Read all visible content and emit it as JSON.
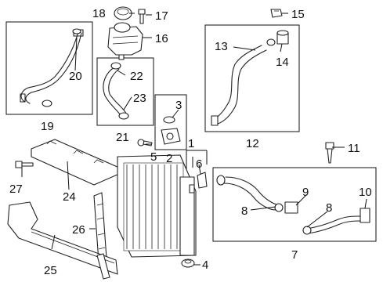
{
  "callouts": [
    {
      "id": "c1",
      "text": "1"
    },
    {
      "id": "c2",
      "text": "2"
    },
    {
      "id": "c3",
      "text": "3"
    },
    {
      "id": "c4",
      "text": "4"
    },
    {
      "id": "c5",
      "text": "5"
    },
    {
      "id": "c6",
      "text": "6"
    },
    {
      "id": "c7",
      "text": "7"
    },
    {
      "id": "c8a",
      "text": "8"
    },
    {
      "id": "c8b",
      "text": "8"
    },
    {
      "id": "c9",
      "text": "9"
    },
    {
      "id": "c10",
      "text": "10"
    },
    {
      "id": "c11",
      "text": "11"
    },
    {
      "id": "c12",
      "text": "12"
    },
    {
      "id": "c13",
      "text": "13"
    },
    {
      "id": "c14",
      "text": "14"
    },
    {
      "id": "c15",
      "text": "15"
    },
    {
      "id": "c16",
      "text": "16"
    },
    {
      "id": "c17",
      "text": "17"
    },
    {
      "id": "c18",
      "text": "18"
    },
    {
      "id": "c19",
      "text": "19"
    },
    {
      "id": "c20",
      "text": "20"
    },
    {
      "id": "c21",
      "text": "21"
    },
    {
      "id": "c22",
      "text": "22"
    },
    {
      "id": "c23",
      "text": "23"
    },
    {
      "id": "c24",
      "text": "24"
    },
    {
      "id": "c25",
      "text": "25"
    },
    {
      "id": "c26",
      "text": "26"
    },
    {
      "id": "c27",
      "text": "27"
    }
  ]
}
